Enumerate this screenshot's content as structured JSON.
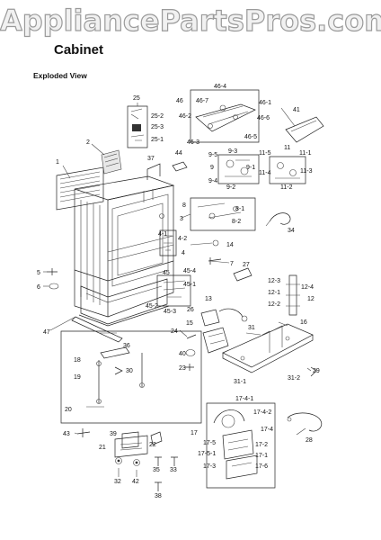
{
  "watermark": "AppliancePartsPros.com",
  "title": "Cabinet",
  "subtitle": "Exploded View",
  "callouts": {
    "c25": "25",
    "c25_2": "25-2",
    "c25_3": "25-3",
    "c25_1": "25-1",
    "c46_4": "46-4",
    "c46": "46",
    "c46_7": "46-7",
    "c46_1": "46-1",
    "c46_2": "46-2",
    "c46_6": "46-6",
    "c46_3": "46-3",
    "c46_5": "46-5",
    "c41": "41",
    "c2": "2",
    "c1": "1",
    "c37": "37",
    "c44": "44",
    "c9_5": "9-5",
    "c9_3": "9-3",
    "c9": "9",
    "c9_1": "9-1",
    "c9_4": "9-4",
    "c9_2": "9-2",
    "c11": "11",
    "c11_5": "11-5",
    "c11_1": "11-1",
    "c11_4": "11-4",
    "c11_3": "11-3",
    "c11_2": "11-2",
    "c8": "8",
    "c8_1": "8-1",
    "c8_2": "8-2",
    "c3": "3",
    "c34": "34",
    "c4_1": "4-1",
    "c4_2": "4-2",
    "c4": "4",
    "c14": "14",
    "c7": "7",
    "c27": "27",
    "c5": "5",
    "c6": "6",
    "c45": "45",
    "c45_4": "45-4",
    "c45_1": "45-1",
    "c45_2": "45-2",
    "c45_3": "45-3",
    "c12_3": "12-3",
    "c12_4": "12-4",
    "c12_1": "12-1",
    "c12": "12",
    "c12_2": "12-2",
    "c13": "13",
    "c26": "26",
    "c47": "47",
    "c24": "24",
    "c15": "15",
    "c31": "31",
    "c16": "16",
    "c36": "36",
    "c40": "40",
    "c18": "18",
    "c23": "23",
    "c30": "30",
    "c19": "19",
    "c29": "29",
    "c31_1": "31-1",
    "c31_2": "31-2",
    "c20": "20",
    "c17_4_1": "17-4-1",
    "c17_4_2": "17-4-2",
    "c17_4": "17-4",
    "c43": "43",
    "c39": "39",
    "c22": "22",
    "c21": "21",
    "c17": "17",
    "c28": "28",
    "c17_5": "17-5",
    "c17_2": "17-2",
    "c17_5_1": "17-5-1",
    "c17_1": "17-1",
    "c17_3": "17-3",
    "c17_6": "17-6",
    "c35": "35",
    "c33": "33",
    "c32": "32",
    "c42": "42",
    "c38": "38"
  }
}
